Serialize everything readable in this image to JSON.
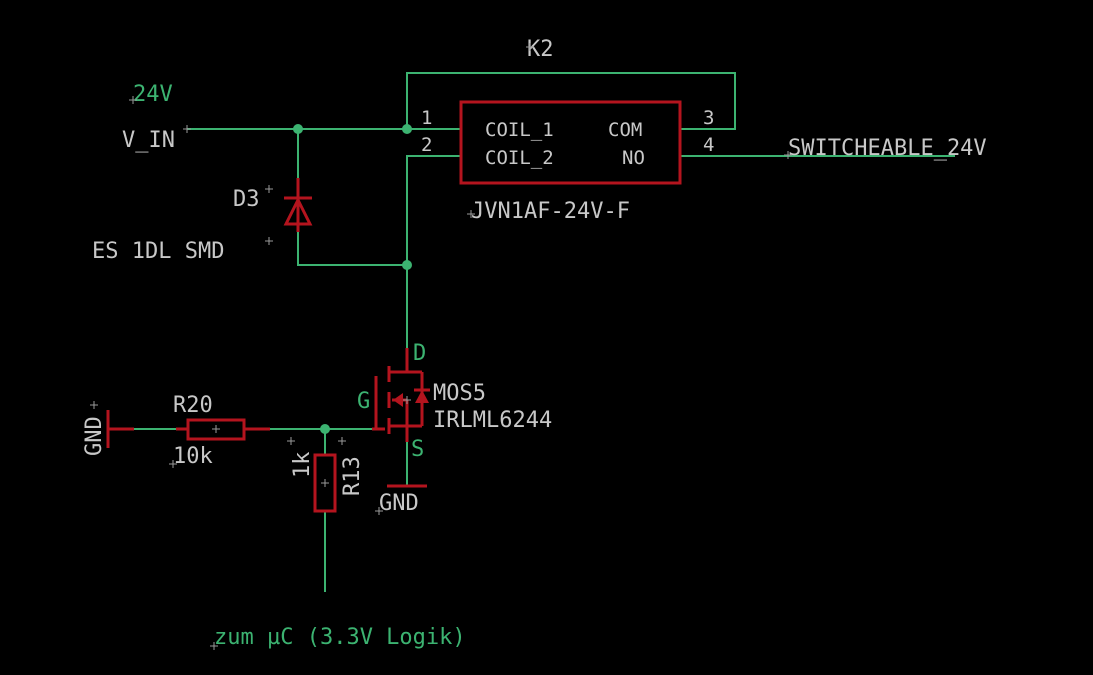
{
  "relay": {
    "name": "K2",
    "value": "JVN1AF-24V-F",
    "pin_numbers": [
      "1",
      "2",
      "3",
      "4"
    ],
    "pin_names": [
      "COIL_1",
      "COIL_2",
      "COM",
      "NO"
    ]
  },
  "diode": {
    "name": "D3",
    "value": "ES 1DL SMD"
  },
  "mosfet": {
    "name": "MOS5",
    "value": "IRLML6244",
    "pin_d": "D",
    "pin_g": "G",
    "pin_s": "S"
  },
  "r20": {
    "name": "R20",
    "value": "10k"
  },
  "r13": {
    "name": "R13",
    "value": "1k"
  },
  "nets": {
    "supply_value": "24V",
    "supply_name": "V_IN",
    "output": "SWITCHEABLE_24V",
    "gnd_left": "GND",
    "gnd_bottom": "GND",
    "input": "zum µC (3.3V Logik)"
  },
  "colors": {
    "background": "#000000",
    "wire": "#3cb371",
    "part": "#b4141e",
    "text": "#c8c8c8"
  }
}
